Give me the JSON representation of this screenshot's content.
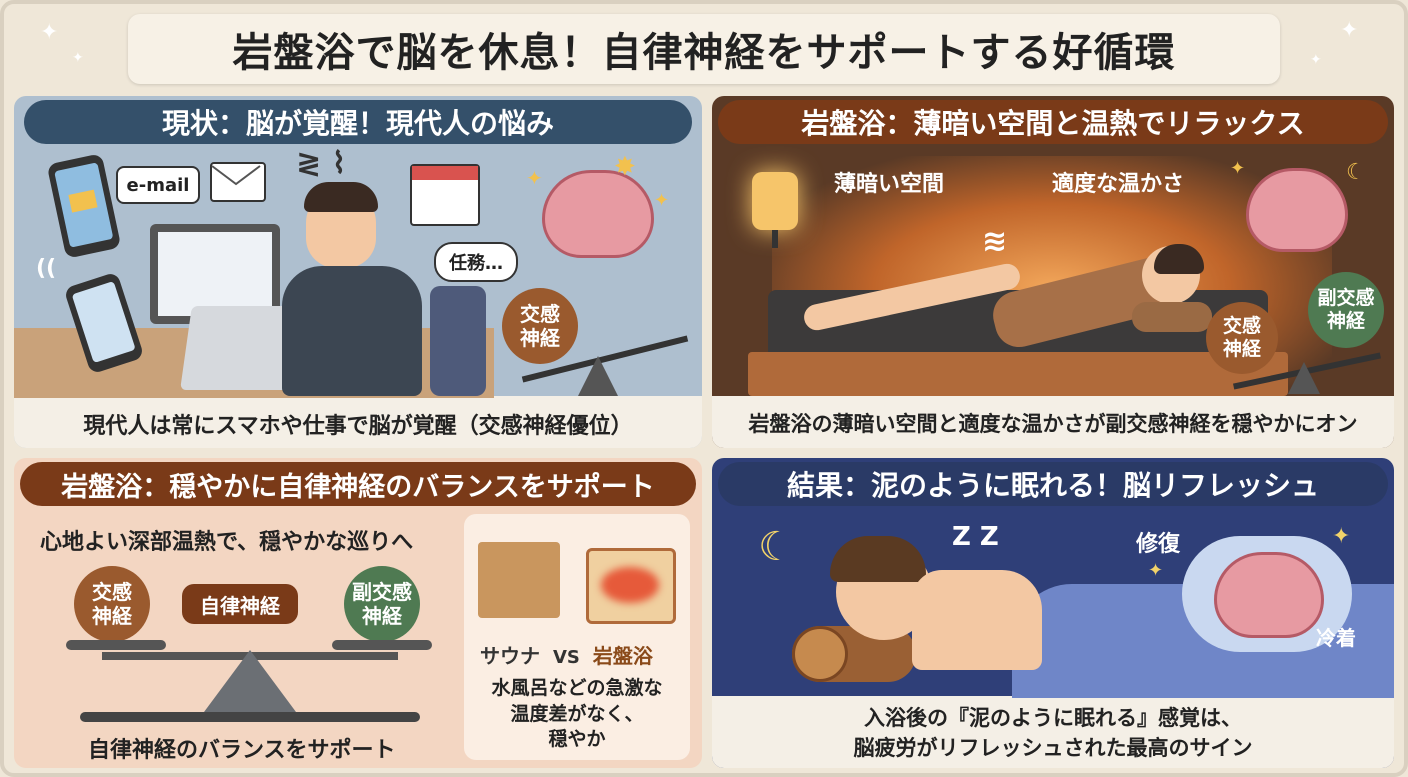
{
  "title": "岩盤浴で脳を休息！自律神経をサポートする好循環",
  "panels": {
    "p1": {
      "header": "現状：脳が覚醒！現代人の悩み",
      "email_label": "e-mail",
      "bubble": "任務…",
      "nerve": "交感\n神経",
      "caption": "現代人は常にスマホや仕事で脳が覚醒（交感神経優位）"
    },
    "p2": {
      "header": "岩盤浴：薄暗い空間と温熱でリラックス",
      "label_dim": "薄暗い空間",
      "label_warm": "適度な温かさ",
      "nerve_symp": "交感\n神経",
      "nerve_para": "副交感\n神経",
      "caption": "岩盤浴の薄暗い空間と適度な温かさが副交感神経を穏やかにオン"
    },
    "p3": {
      "header": "岩盤浴：穏やかに自律神経のバランスをサポート",
      "subtitle": "心地よい深部温熱で、穏やかな巡りへ",
      "nerve_symp": "交感\n神経",
      "nerve_center": "自律神経",
      "nerve_para": "副交感\n神経",
      "sauna": "サウナ",
      "vs": "VS",
      "ganbanyoku": "岩盤浴",
      "compare_text": "水風呂などの急激な\n温度差がなく、\n穏やか",
      "caption": "自律神経のバランスをサポート"
    },
    "p4": {
      "header": "結果：泥のように眠れる！脳リフレッシュ",
      "zzz": "Z Z",
      "repair": "修復",
      "cool": "冷着",
      "caption_line1": "入浴後の『泥のように眠れる』感覚は、",
      "caption_line2": "脳疲労がリフレッシュされた最高のサイン"
    }
  },
  "colors": {
    "header_blue": "#34506a",
    "header_brown": "#7a3a18",
    "header_navy": "#2a3a66",
    "nerve_brown": "#9a5a2e",
    "nerve_green": "#4f7a52"
  }
}
